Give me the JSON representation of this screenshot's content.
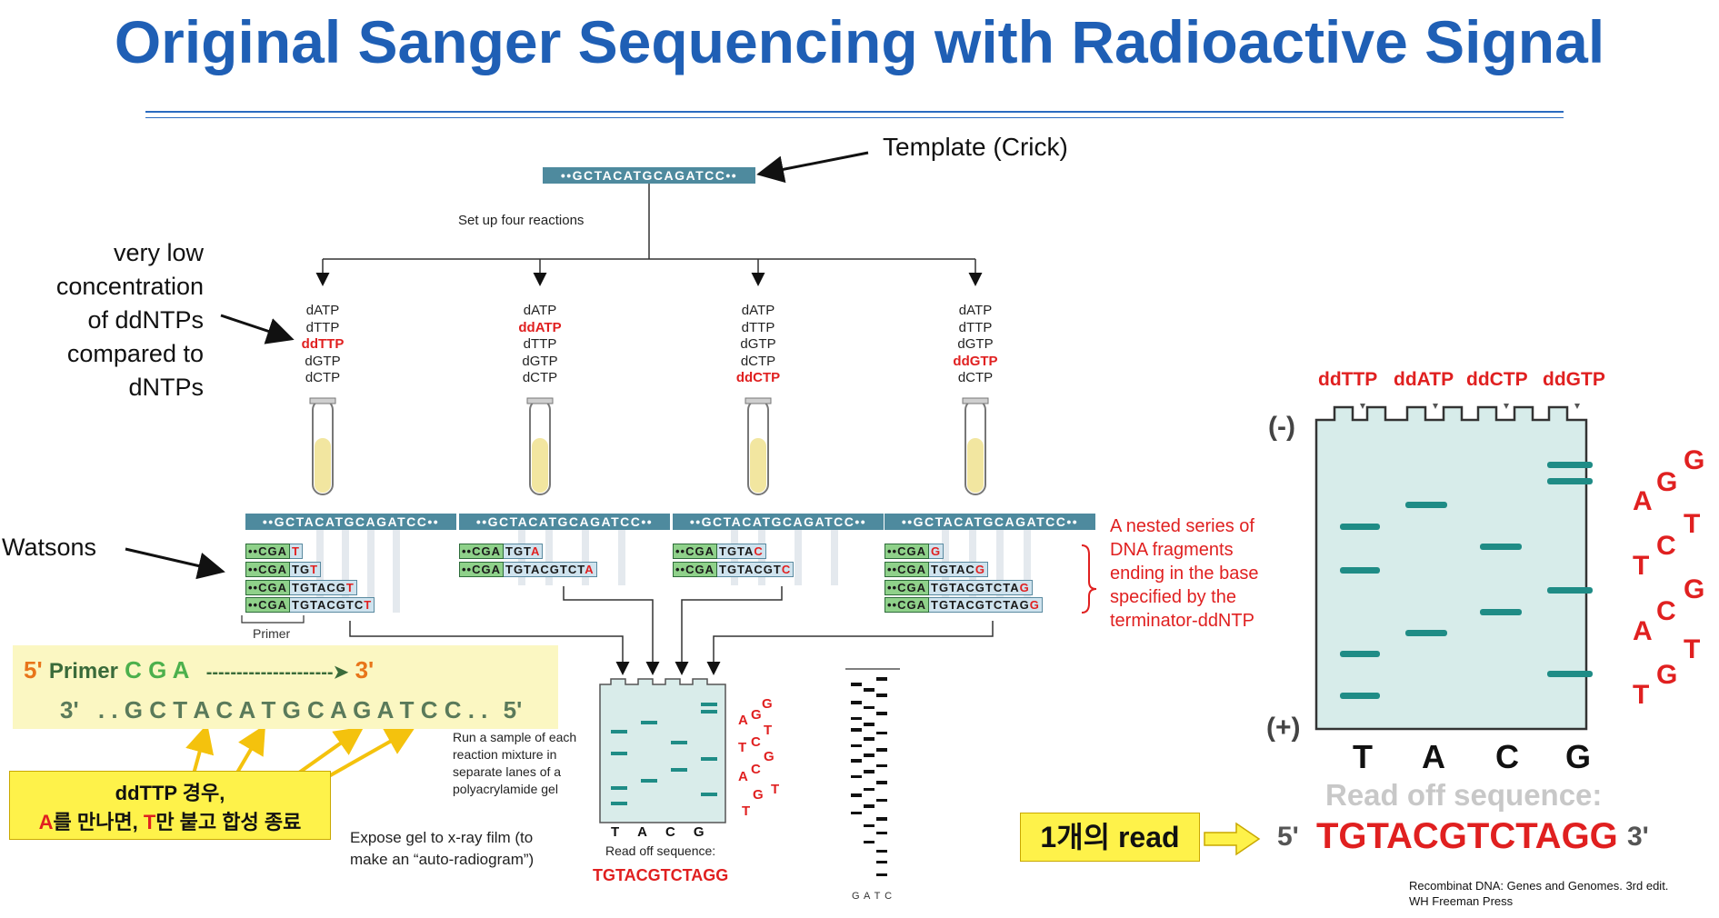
{
  "title": "Original Sanger Sequencing with Radioactive Signal",
  "template": {
    "label": "Template (Crick)",
    "sequence": "••GCTACATGCAGATCC••"
  },
  "setup_label": "Set up four reactions",
  "annotations": {
    "ddntp_note_lines": [
      "very low",
      "concentration",
      "of ddNTPs",
      "compared to",
      "dNTPs"
    ],
    "watsons": "Watsons",
    "nested_series_lines": [
      "A nested series of",
      "DNA fragments",
      "ending in the base",
      "specified by the",
      "terminator-ddNTP"
    ],
    "primer_label": "Primer"
  },
  "reactions": [
    {
      "lines": [
        "dATP",
        "dTTP",
        "ddTTP",
        "dGTP",
        "dCTP"
      ],
      "highlight": 2
    },
    {
      "lines": [
        "dATP",
        "ddATP",
        "dTTP",
        "dGTP",
        "dCTP"
      ],
      "highlight": 1
    },
    {
      "lines": [
        "dATP",
        "dTTP",
        "dGTP",
        "dCTP",
        "ddCTP"
      ],
      "highlight": 4
    },
    {
      "lines": [
        "dATP",
        "dTTP",
        "dGTP",
        "ddGTP",
        "dCTP"
      ],
      "highlight": 3
    }
  ],
  "fragments": [
    [
      {
        "primer": "••CGA",
        "body": "",
        "term": "T"
      },
      {
        "primer": "••CGA",
        "body": "TG",
        "term": "T"
      },
      {
        "primer": "••CGA",
        "body": "TGTACG",
        "term": "T"
      },
      {
        "primer": "••CGA",
        "body": "TGTACGTC",
        "term": "T"
      }
    ],
    [
      {
        "primer": "••CGA",
        "body": "TGT",
        "term": "A"
      },
      {
        "primer": "••CGA",
        "body": "TGTACGTCT",
        "term": "A"
      }
    ],
    [
      {
        "primer": "••CGA",
        "body": "TGTA",
        "term": "C"
      },
      {
        "primer": "••CGA",
        "body": "TGTACGT",
        "term": "C"
      }
    ],
    [
      {
        "primer": "••CGA",
        "body": "",
        "term": "G"
      },
      {
        "primer": "••CGA",
        "body": "TGTAC",
        "term": "G"
      },
      {
        "primer": "••CGA",
        "body": "TGTACGTCTA",
        "term": "G"
      },
      {
        "primer": "••CGA",
        "body": "TGTACGTCTAG",
        "term": "G"
      }
    ]
  ],
  "primer_box": {
    "five_prime": "5'",
    "primer": "Primer",
    "primer_seq": "C G A",
    "dashes": "---------------------➤",
    "three_prime": "3'",
    "strand_left": "3'",
    "strand_seq": ". . G C T A C A T G C A G A T C C . .",
    "strand_right": "5'"
  },
  "korean_note": {
    "line1": "ddTTP 경우,",
    "line2_a": "A",
    "line2_b": "를 만나면, ",
    "line2_c": "T",
    "line2_d": "만 붙고 합성 종료"
  },
  "small_gel": {
    "note": "Run a sample of each reaction mixture in separate lanes of a polyacrylamide gel",
    "lanes": [
      "T",
      "A",
      "C",
      "G"
    ],
    "readoff_label": "Read off sequence:",
    "readoff": "TGTACGTCTAGG",
    "ladder": [
      "A",
      "G",
      "G",
      "T",
      "C",
      "T",
      "G",
      "C",
      "A",
      "T",
      "G",
      "T"
    ]
  },
  "xray_note": "Expose gel to x-ray film (to make an “auto-radiogram”)",
  "autorad_label": "G A T C",
  "big_gel": {
    "headers": [
      "ddTTP",
      "ddATP",
      "ddCTP",
      "ddGTP"
    ],
    "minus": "(-)",
    "plus": "(+)",
    "lanes": [
      "T",
      "A",
      "C",
      "G"
    ],
    "readoff_label": "Read off sequence:",
    "ladder": [
      "G",
      "G",
      "A",
      "T",
      "C",
      "T",
      "G",
      "C",
      "A",
      "T",
      "G",
      "T"
    ]
  },
  "read_box": {
    "label": "1개의 read",
    "five": "5'",
    "sequence": "TGTACGTCTAGG",
    "three": "3'"
  },
  "citation": {
    "line1": "Recombinat DNA: Genes and Genomes. 3rd edit.",
    "line2": "WH Freeman Press"
  }
}
